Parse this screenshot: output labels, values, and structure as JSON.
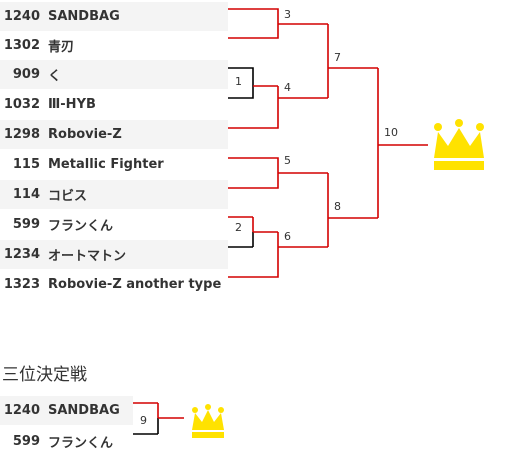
{
  "bracket": {
    "entries": [
      {
        "num": "1240",
        "name": "SANDBAG"
      },
      {
        "num": "1302",
        "name": "青刃"
      },
      {
        "num": "909",
        "name": "く"
      },
      {
        "num": "1032",
        "name": "Ⅲ-HYB"
      },
      {
        "num": "1298",
        "name": "Robovie-Z"
      },
      {
        "num": "115",
        "name": "Metallic Fighter"
      },
      {
        "num": "114",
        "name": "コビス"
      },
      {
        "num": "599",
        "name": "フランくん"
      },
      {
        "num": "1234",
        "name": "オートマトン"
      },
      {
        "num": "1323",
        "name": "Robovie-Z another type"
      }
    ],
    "matches": [
      "1",
      "2",
      "3",
      "4",
      "5",
      "6",
      "7",
      "8",
      "9",
      "10"
    ]
  },
  "third_place": {
    "title": "三位決定戦",
    "entries": [
      {
        "num": "1240",
        "name": "SANDBAG"
      },
      {
        "num": "599",
        "name": "フランくん"
      }
    ]
  },
  "colors": {
    "win_line": "#d40000",
    "lose_line": "#000000",
    "crown": "#ffe200",
    "row_alt": "#f4f4f4"
  },
  "icons": {
    "champion": "crown-icon"
  }
}
